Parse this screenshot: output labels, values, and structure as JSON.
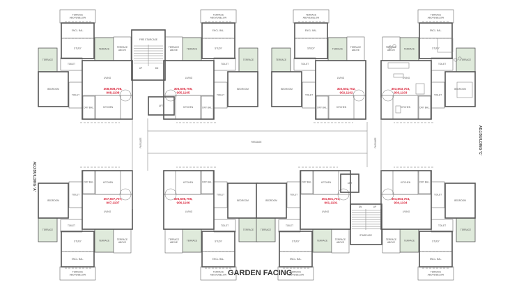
{
  "title": "GARDEN FACING",
  "adjacent": {
    "left": "ADJ.BUILDING 'A'",
    "right": "ADJ.BUILDING 'C'"
  },
  "common": {
    "fire_staircase": "FIRE STAIRCASE",
    "staircase": "STAIRCASE",
    "up": "UP",
    "dn": "DN",
    "lift": "LIFT",
    "passage": "PASSAGE"
  },
  "rooms": {
    "terrace_ab": "TERRACE ABOVE/BELOW",
    "encl_bal": "ENCL. BAL.",
    "study": "STUDY",
    "terrace": "TERRACE",
    "terrace_above": "TERRACE ABOVE",
    "toilet": "TOILET",
    "bedroom": "BEDROOM",
    "living": "LIVING",
    "kitchen": "KITCHEN",
    "dry_bal": "DRY BAL."
  },
  "units": [
    {
      "position": "top-left-a",
      "numbers": [
        "308,508,708,",
        "908,1108"
      ]
    },
    {
      "position": "top-left-b",
      "numbers": [
        "305,505,705,",
        "905,1105"
      ]
    },
    {
      "position": "top-right-a",
      "numbers": [
        "302,502,702,",
        "902,1102"
      ]
    },
    {
      "position": "top-right-b",
      "numbers": [
        "303,503,703,",
        "903,1103"
      ],
      "furnished": true
    },
    {
      "position": "bottom-left-a",
      "numbers": [
        "307,507,707,",
        "907,1107"
      ]
    },
    {
      "position": "bottom-left-b",
      "numbers": [
        "306,506,706,",
        "906,1106"
      ]
    },
    {
      "position": "bottom-right-a",
      "numbers": [
        "301,501,701,",
        "901,1101"
      ]
    },
    {
      "position": "bottom-right-b",
      "numbers": [
        "304,504,704,",
        "904,1104"
      ]
    }
  ],
  "colors": {
    "terrace_fill": "#dfeadb",
    "unit_number": "#d9263c",
    "wall": "#555555"
  }
}
